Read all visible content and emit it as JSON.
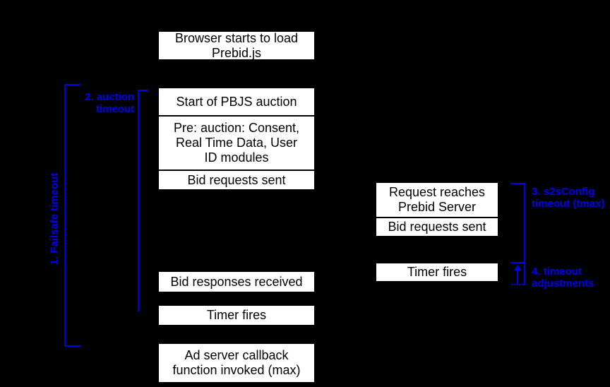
{
  "colors": {
    "background": "#000000",
    "accent": "#0000f0",
    "box_fill": "#ffffff",
    "box_text": "#000000"
  },
  "boxes": {
    "browser_load": {
      "lines": [
        "Browser starts to load",
        "Prebid.js"
      ]
    },
    "start_auction": {
      "lines": [
        "Start of PBJS auction"
      ]
    },
    "pre_auction": {
      "lines": [
        "Pre: auction: Consent,",
        "Real Time Data, User",
        "ID modules"
      ]
    },
    "bid_requests_sent": {
      "lines": [
        "Bid requests sent"
      ]
    },
    "bid_responses_received": {
      "lines": [
        "Bid responses received"
      ]
    },
    "timer_fires": {
      "lines": [
        "Timer fires"
      ]
    },
    "ad_server_callback": {
      "lines": [
        "Ad server callback",
        "function invoked (max)"
      ]
    },
    "request_reaches_server": {
      "lines": [
        "Request reaches",
        "Prebid Server"
      ]
    },
    "s2s_bid_requests_sent": {
      "lines": [
        "Bid requests sent"
      ]
    },
    "s2s_timer_fires": {
      "lines": [
        "Timer fires"
      ]
    }
  },
  "annotations": {
    "failsafe_timeout": "1. Failsafe timeout",
    "auction_timeout": {
      "lines": [
        "2. auction",
        "timeout"
      ]
    },
    "s2s_timeout": {
      "lines": [
        "3. s2sConfig",
        "timeout (tmax)"
      ]
    },
    "timeout_adjustments": {
      "lines": [
        "4. timeout",
        "adjustments"
      ]
    }
  }
}
